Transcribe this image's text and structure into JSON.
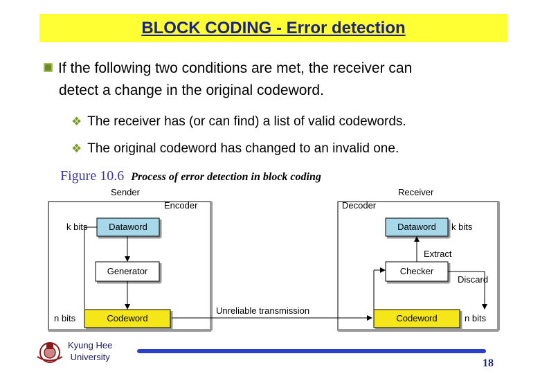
{
  "title": "BLOCK CODING - Error detection",
  "main_bullet": {
    "line1": "If the following two conditions are met, the receiver can",
    "line2": "detect a change in the original codeword."
  },
  "sub_bullets": [
    "The receiver has (or can find) a list of valid codewords.",
    "The original codeword has changed to an invalid one."
  ],
  "figure": {
    "number": "Figure 10.6",
    "caption": "Process of error detection in block coding",
    "sender": {
      "heading": "Sender",
      "box_title": "Encoder",
      "dataword": "Dataword",
      "generator": "Generator",
      "codeword": "Codeword",
      "k_bits": "k bits",
      "n_bits": "n bits"
    },
    "receiver": {
      "heading": "Receiver",
      "box_title": "Decoder",
      "dataword": "Dataword",
      "checker": "Checker",
      "codeword": "Codeword",
      "extract": "Extract",
      "discard": "Discard",
      "k_bits": "k bits",
      "n_bits": "n bits"
    },
    "channel": "Unreliable transmission"
  },
  "footer": {
    "university_line1": "Kyung Hee",
    "university_line2": "University",
    "page_number": "18"
  },
  "colors": {
    "title_bg": "#ffff33",
    "title_text": "#1a237e",
    "dataword_fill": "#a6d8ea",
    "codeword_fill": "#f5e61a",
    "footer_line": "#2b3fc8"
  }
}
